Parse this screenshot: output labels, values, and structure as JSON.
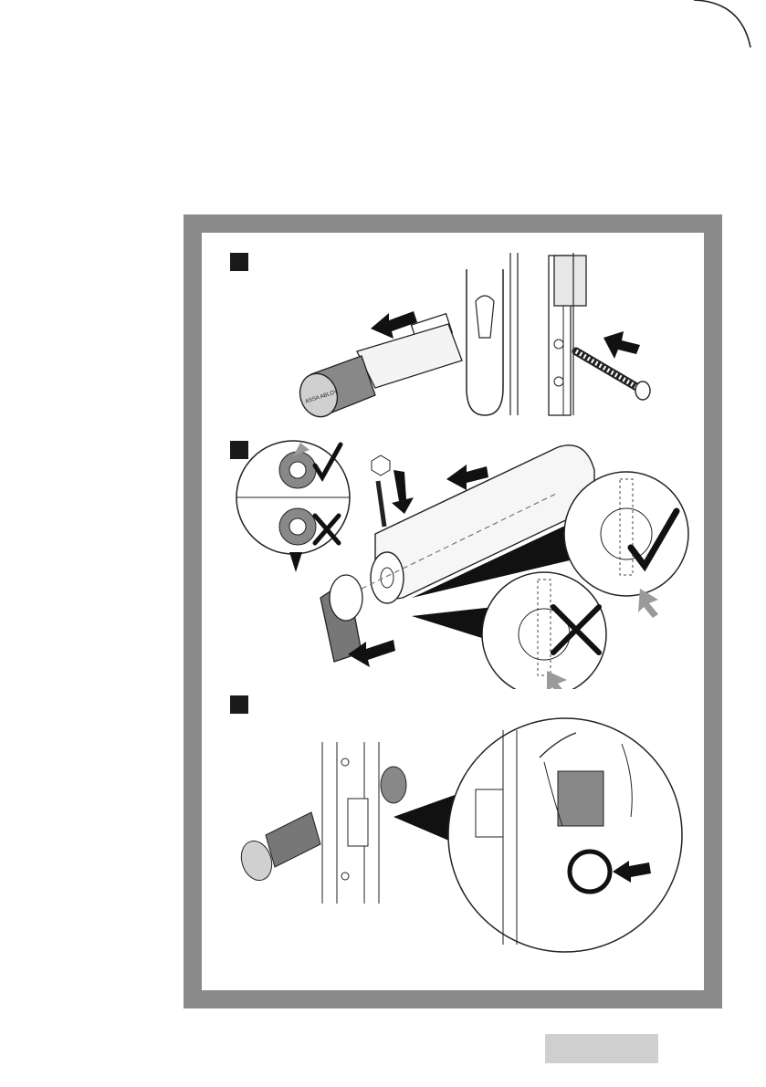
{
  "page": {
    "steps": [
      {
        "marker": "step-1-marker"
      },
      {
        "marker": "step-2-marker"
      },
      {
        "marker": "step-3-marker"
      }
    ],
    "brand_engraving": "ASSA ABLOY",
    "colors": {
      "frame": "#8a8a8a",
      "ink": "#1a1a1a",
      "accent_arrow": "#9a9a9a",
      "tab": "#cfcfcf"
    },
    "icons": [
      "check-icon",
      "cross-icon",
      "push-arrow-icon",
      "rotate-arrow-icon"
    ]
  }
}
